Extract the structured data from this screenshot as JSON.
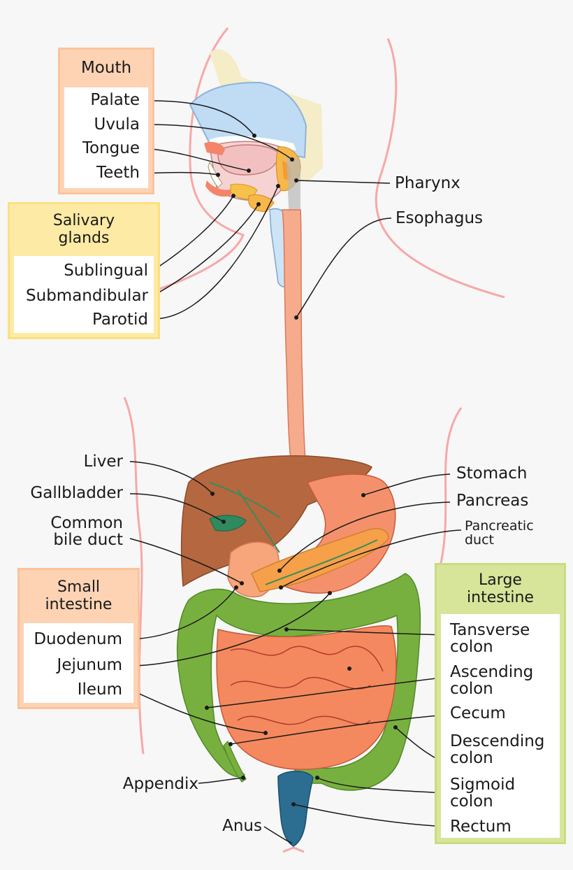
{
  "boxes": {
    "mouth": "Mouth",
    "salivary_glands": "Salivary glands",
    "small_intestine": "Small intestine",
    "large_intestine": "Large intestine"
  },
  "labels": {
    "palate": "Palate",
    "uvula": "Uvula",
    "tongue": "Tongue",
    "teeth": "Teeth",
    "sublingual": "Sublingual",
    "submandibular": "Submandibular",
    "parotid": "Parotid",
    "pharynx": "Pharynx",
    "esophagus": "Esophagus",
    "liver": "Liver",
    "gallbladder": "Gallbladder",
    "common_bile_duct": "Common bile duct",
    "stomach": "Stomach",
    "pancreas": "Pancreas",
    "pancreatic_duct": "Pancreatic duct",
    "duodenum": "Duodenum",
    "jejunum": "Jejunum",
    "ileum": "Ileum",
    "appendix": "Appendix",
    "anus": "Anus",
    "transverse_colon": "Tansverse colon",
    "ascending_colon": "Ascending colon",
    "cecum": "Cecum",
    "descending_colon": "Descending colon",
    "sigmoid_colon": "Sigmoid colon",
    "rectum": "Rectum"
  },
  "colors": {
    "skin_outline": "#f7a8a8",
    "mouth_box": "#fdd3b4",
    "salivary_box": "#fdeaa4",
    "large_box": "#d7e59a",
    "liver": "#b5673f",
    "stomach": "#f4916c",
    "pancreas": "#f6a04a",
    "small_intestine": "#f4895f",
    "large_intestine": "#78b040",
    "rectum": "#2c6e91",
    "gallbladder": "#2f8a60"
  }
}
